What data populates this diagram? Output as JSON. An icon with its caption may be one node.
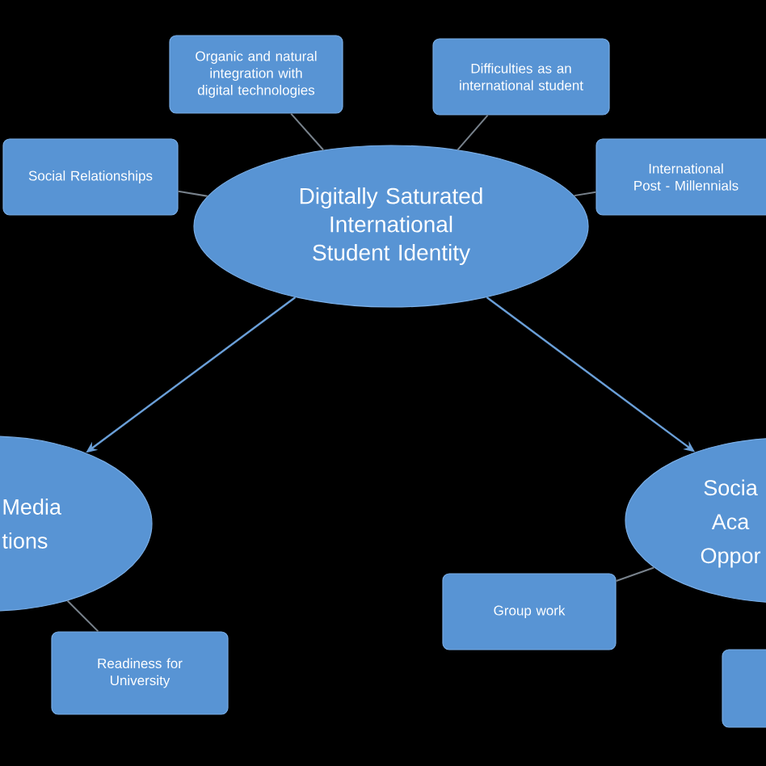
{
  "diagram": {
    "nodes": [
      {
        "text": [
          "Organic and natural integration with digital technologies"
        ]
      },
      {
        "text": [
          "Difficulties as an international student"
        ]
      },
      {
        "text": [
          "Social Relationships"
        ]
      },
      {
        "text": [
          "Digitally Saturated International Student Identity"
        ]
      },
      {
        "text": [
          "International Post - Millennials"
        ]
      },
      {
        "text": [
          "Media tions"
        ]
      },
      {
        "text": [
          "Socia Aca Oppor"
        ]
      },
      {
        "text": [
          "Group work"
        ]
      },
      {
        "text": [
          "Readiness for University"
        ]
      },
      {
        "text": [],
        "shape": "box"
      }
    ],
    "edges": [
      {
        "from": 2,
        "to": 3,
        "arrow": "none"
      },
      {
        "from": 0,
        "to": 3,
        "arrow": "none"
      },
      {
        "from": 1,
        "to": 3,
        "arrow": "none"
      },
      {
        "from": 4,
        "to": 3,
        "arrow": "none"
      },
      {
        "from": 3,
        "to": 5,
        "arrow": "to",
        "color": "#6a9fd8"
      },
      {
        "from": 3,
        "to": 6,
        "arrow": "to",
        "color": "#6a9fd8"
      },
      {
        "from": 5,
        "to": 8,
        "arrow": "none"
      },
      {
        "from": 6,
        "to": 7,
        "arrow": "none"
      }
    ]
  }
}
